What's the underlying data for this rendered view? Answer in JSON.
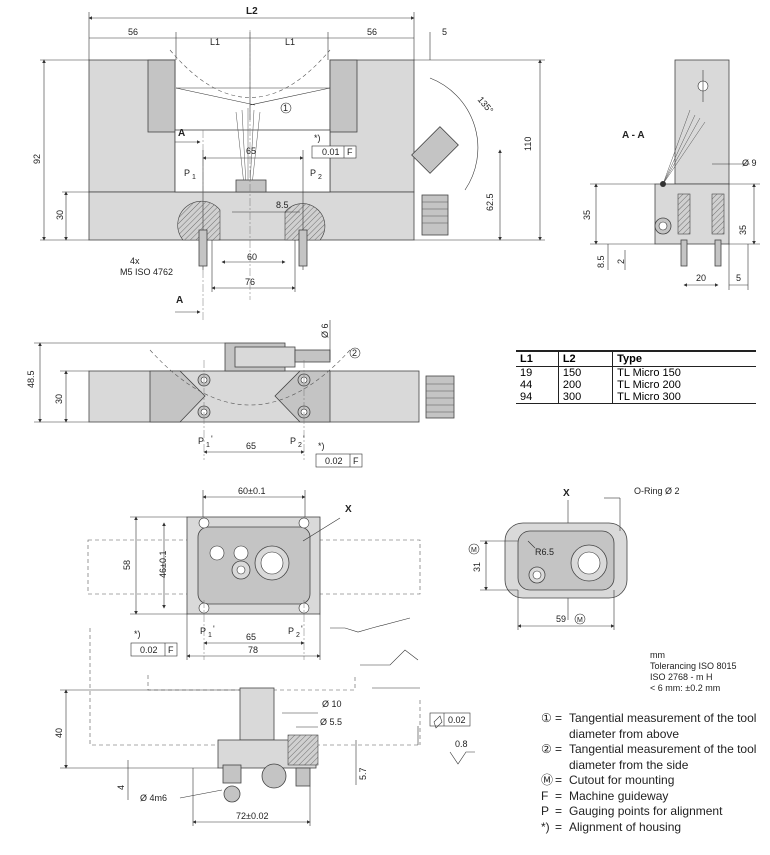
{
  "views": {
    "top": {
      "dims": {
        "l2": "L2",
        "d56_left": "56",
        "l1_left": "L1",
        "l1_right": "L1",
        "d56_right": "56",
        "d5": "5",
        "angle": "135°",
        "d92": "92",
        "d30": "30",
        "d65": "65",
        "d8_5": "8.5",
        "d60": "60",
        "d76": "76",
        "d110": "110",
        "d62_5": "62.5"
      },
      "labels": {
        "section_a_top": "A",
        "section_a_bottom": "A",
        "p1": "P",
        "p1_sub": "1",
        "p2": "P",
        "p2_sub": "2",
        "star": "*)",
        "tol": "0.01",
        "f": "F",
        "screws": "4x",
        "screws2": "M5 ISO 4762",
        "marker": "1"
      }
    },
    "section": {
      "title": "A - A",
      "dims": {
        "d9": "Ø 9",
        "d35_left": "35",
        "d35_right": "35",
        "d8_5": "8.5",
        "d2": "2",
        "d20": "20",
        "d5": "5"
      }
    },
    "side": {
      "dims": {
        "d6": "Ø 6",
        "d48_5": "48.5",
        "d30": "30",
        "d65": "65"
      },
      "labels": {
        "p1": "P",
        "p1_sub": "1",
        "p1_prime": "'",
        "p2": "P",
        "p2_sub": "2",
        "p2_prime": "'",
        "star": "*)",
        "tol": "0.02",
        "f": "F",
        "marker": "2"
      }
    },
    "mount_top": {
      "dims": {
        "d60": "60±0.1",
        "d58": "58",
        "d46": "46±0.1",
        "d65": "65",
        "d78": "78"
      },
      "labels": {
        "x": "X",
        "p1": "P",
        "p1_sub": "1",
        "p1_prime": "'",
        "p2": "P",
        "p2_sub": "2",
        "p2_prime": "'",
        "star": "*)",
        "tol": "0.02",
        "f": "F"
      }
    },
    "detail_x": {
      "dims": {
        "x": "X",
        "oring": "O-Ring Ø 2",
        "r": "R6.5",
        "d31": "31",
        "d59": "59",
        "m": "M"
      }
    },
    "mount_side": {
      "dims": {
        "d40": "40",
        "d10": "Ø 10",
        "d5_5": "Ø 5.5",
        "flat": "0.02",
        "rough": "0.8",
        "d5_7": "5.7",
        "d4": "4",
        "d4m6": "Ø 4m6",
        "d72": "72±0.02"
      }
    }
  },
  "table": {
    "headers": [
      "L1",
      "L2",
      "Type"
    ],
    "rows": [
      [
        "19",
        "150",
        "TL Micro 150"
      ],
      [
        "44",
        "200",
        "TL Micro 200"
      ],
      [
        "94",
        "300",
        "TL Micro 300"
      ]
    ]
  },
  "tolerancing": {
    "unit": "mm",
    "line1": "Tolerancing ISO 8015",
    "line2": "ISO 2768 - m H",
    "line3": "< 6 mm: ±0.2 mm"
  },
  "legend": [
    {
      "symbol": "①",
      "text": "Tangential measurement of the tool diameter from above"
    },
    {
      "symbol": "②",
      "text": "Tangential measurement of the tool diameter from the side"
    },
    {
      "symbol": "Ⓜ",
      "text": "Cutout for mounting"
    },
    {
      "symbol": "F",
      "text": "Machine guideway"
    },
    {
      "symbol": "P",
      "text": "Gauging points for alignment"
    },
    {
      "symbol": "*)",
      "text": "Alignment of housing"
    }
  ]
}
